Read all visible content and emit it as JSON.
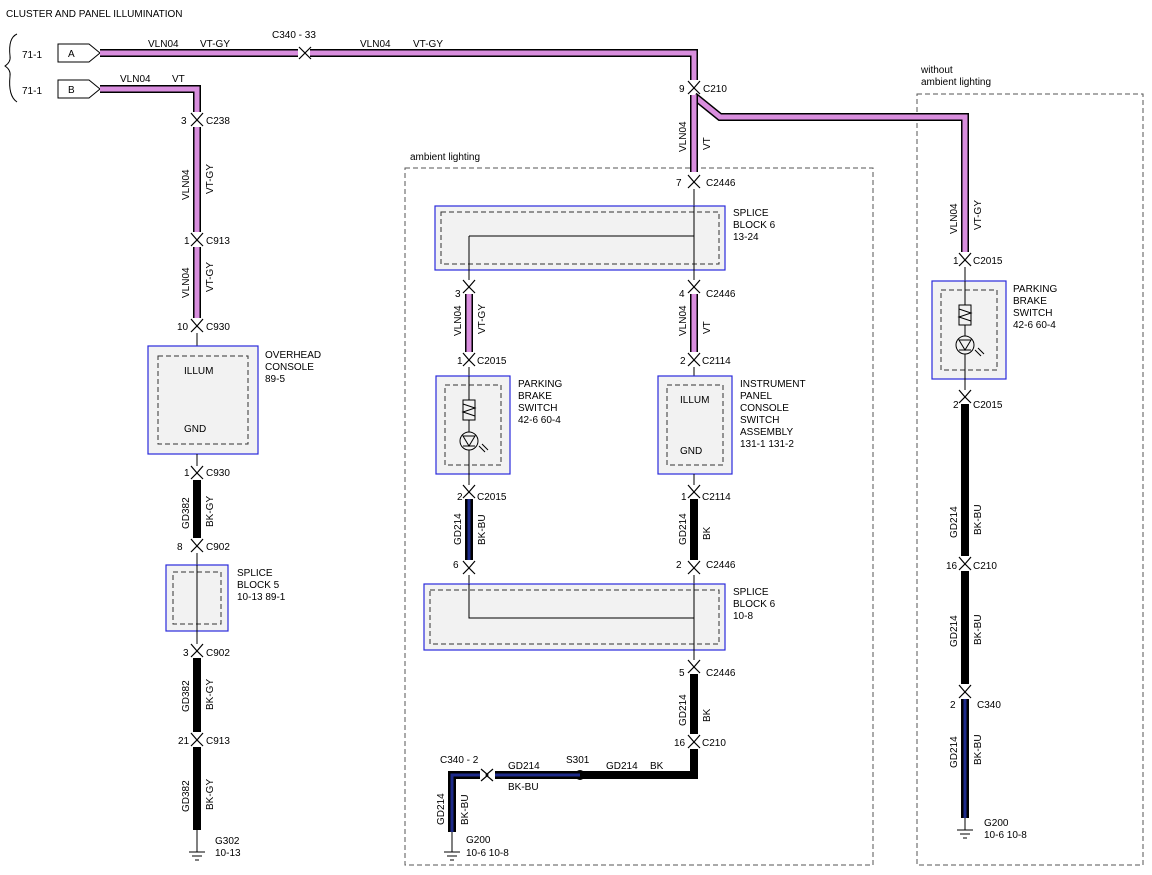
{
  "title": "CLUSTER AND PANEL ILLUMINATION",
  "regions": {
    "ambient": "ambient lighting",
    "without_1": "without",
    "without_2": "ambient lighting"
  },
  "inputs": {
    "a_ref": "71-1",
    "a_letter": "A",
    "b_ref": "71-1",
    "b_letter": "B"
  },
  "top": {
    "a_circuit": "VLN04",
    "a_color": "VT-GY",
    "c340_label": "C340 - 33",
    "a2_circuit": "VLN04",
    "a2_color": "VT-GY",
    "b_circuit": "VLN04",
    "b_color": "VT"
  },
  "left": {
    "p_c238": "3",
    "c238": "C238",
    "w1_circuit": "VLN04",
    "w1_color": "VT-GY",
    "p_c913a": "1",
    "c913a": "C913",
    "w2_circuit": "VLN04",
    "w2_color": "VT-GY",
    "p_c930a": "10",
    "c930a": "C930",
    "overhead_name_1": "OVERHEAD",
    "overhead_name_2": "CONSOLE",
    "overhead_ref": "89-5",
    "illum": "ILLUM",
    "gnd": "GND",
    "p_c930b": "1",
    "c930b": "C930",
    "w3_circuit": "GD382",
    "w3_color": "BK-GY",
    "p_c902a": "8",
    "c902a": "C902",
    "splice5_1": "SPLICE",
    "splice5_2": "BLOCK 5",
    "splice5_ref": "10-13  89-1",
    "p_c902b": "3",
    "c902b": "C902",
    "w4_circuit": "GD382",
    "w4_color": "BK-GY",
    "p_c913b": "21",
    "c913b": "C913",
    "w5_circuit": "GD382",
    "w5_color": "BK-GY",
    "ground": "G302",
    "ground_ref": "10-13"
  },
  "middle": {
    "p_c210": "9",
    "c210": "C210",
    "w1_circuit": "VLN04",
    "w1_color": "VT",
    "p_c2446a": "7",
    "c2446a": "C2446",
    "splice6a_1": "SPLICE",
    "splice6a_2": "BLOCK 6",
    "splice6a_ref": "13-24",
    "p_3": "3",
    "p_4": "4",
    "c2446b": "C2446",
    "wl_circuit": "VLN04",
    "wl_color": "VT-GY",
    "wr_circuit": "VLN04",
    "wr_color": "VT",
    "p_c2015a": "1",
    "c2015a": "C2015",
    "p_c2114a": "2",
    "c2114a": "C2114",
    "pbs_1": "PARKING",
    "pbs_2": "BRAKE",
    "pbs_3": "SWITCH",
    "pbs_ref": "42-6    60-4",
    "ipc_1": "INSTRUMENT",
    "ipc_2": "PANEL",
    "ipc_3": "CONSOLE",
    "ipc_4": "SWITCH",
    "ipc_5": "ASSEMBLY",
    "ipc_ref": "131-1  131-2",
    "illum": "ILLUM",
    "gnd": "GND",
    "p_c2015b": "2",
    "c2015b": "C2015",
    "p_c2114b": "1",
    "c2114b": "C2114",
    "wgl_circuit": "GD214",
    "wgl_color": "BK-BU",
    "wgr_circuit": "GD214",
    "wgr_color": "BK",
    "p_6": "6",
    "p_2": "2",
    "c2446c": "C2446",
    "splice6b_1": "SPLICE",
    "splice6b_2": "BLOCK 6",
    "splice6b_ref": "10-8",
    "p_5": "5",
    "c2446d": "C2446",
    "w5_circuit": "GD214",
    "w5_color": "BK",
    "p_16": "16",
    "c210b": "C210",
    "c340_2": "C340 - 2",
    "bot_circuit": "GD214",
    "bot_color": "BK-BU",
    "s301": "S301",
    "bot2_circuit": "GD214",
    "bot2_color": "BK",
    "wdown_circuit": "GD214",
    "wdown_color": "BK-BU",
    "ground": "G200",
    "ground_ref": "10-6    10-8"
  },
  "right": {
    "w1_circuit": "VLN04",
    "w1_color": "VT-GY",
    "p_c2015a": "1",
    "c2015a": "C2015",
    "pbs_1": "PARKING",
    "pbs_2": "BRAKE",
    "pbs_3": "SWITCH",
    "pbs_ref": "42-6    60-4",
    "p_c2015b": "2",
    "c2015b": "C2015",
    "w2_circuit": "GD214",
    "w2_color": "BK-BU",
    "p_c210": "16",
    "c210": "C210",
    "w3_circuit": "GD214",
    "w3_color": "BK-BU",
    "p_c340": "2",
    "c340": "C340",
    "w4_circuit": "GD214",
    "w4_color": "BK-BU",
    "ground": "G200",
    "ground_ref": "10-6    10-8"
  },
  "colors": {
    "violet_wire": "#d98ede",
    "blue_wire": "#1d2a8a",
    "component_border": "#2a2adb",
    "component_fill": "#f2f2f2"
  }
}
